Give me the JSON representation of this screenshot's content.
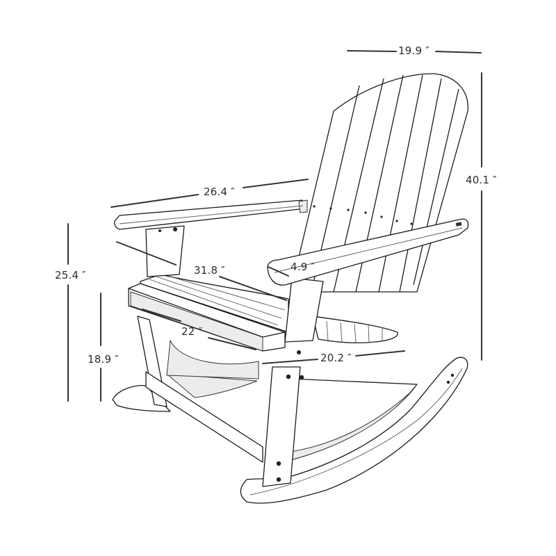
{
  "diagram": {
    "subject": "Adirondack rocking chair line drawing with dimensions",
    "dimensions": {
      "back_width": "19.9 ″",
      "overall_height": "40.1 ″",
      "armrest_length": "26.4 ″",
      "arm_height": "25.4 ″",
      "overall_depth": "31.8 ″",
      "armrest_width": "4.9 ″",
      "seat_depth": "22 ″",
      "seat_height": "18.9 ″",
      "seat_width": "20.2 ″"
    },
    "colors": {
      "line": "#1a1a1a",
      "dimension_line": "#333333",
      "background": "#ffffff"
    }
  }
}
